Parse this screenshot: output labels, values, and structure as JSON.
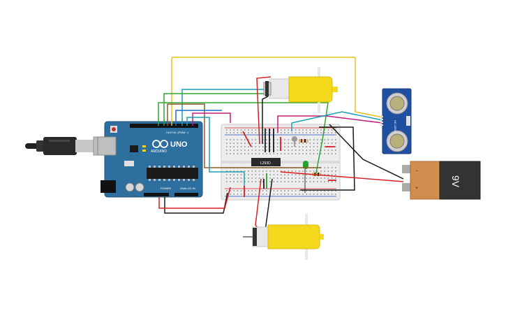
{
  "arduino": {
    "logo_text": "UNO",
    "brand_text": "ARDUINO",
    "digital_label": "DIGITAL (PWM ~)",
    "power_label": "POWER",
    "analog_label": "ANALOG IN"
  },
  "driver_ic": {
    "label": "L293D"
  },
  "battery": {
    "label": "9V"
  },
  "sensor": {
    "label": "HC-SR04"
  },
  "colors": {
    "board_blue": "#2d6f9e",
    "motor_yellow": "#f3d81c",
    "wire_red": "#d82020",
    "wire_black": "#1a1a1a",
    "wire_yellow": "#e8c21a",
    "wire_green": "#2ea52e",
    "wire_teal": "#1c9fb4",
    "wire_magenta": "#c21b7d",
    "wire_brown": "#8a5a2b",
    "battery_orange": "#d28c4e",
    "sensor_blue": "#1f4fa0"
  }
}
